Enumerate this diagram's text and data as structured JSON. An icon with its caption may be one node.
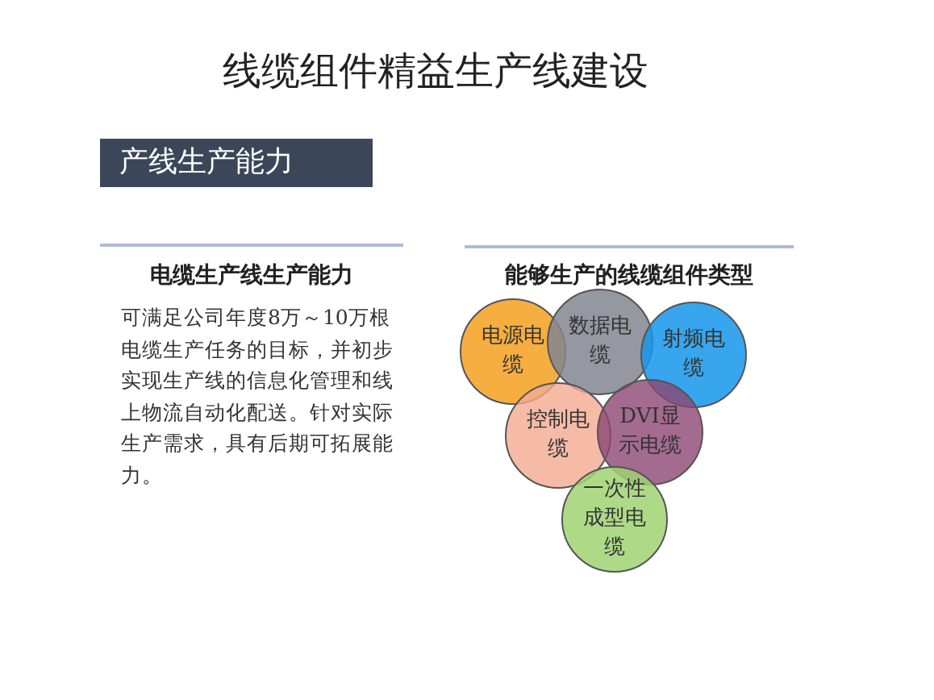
{
  "diagram": {
    "title": "线缆组件精益生产线建设",
    "nodes": [
      {
        "text": [
          "产线生产能力"
        ]
      },
      {
        "text": [
          "电源电缆"
        ]
      },
      {
        "text": [
          "数据电缆"
        ]
      },
      {
        "text": [
          "射频电缆"
        ]
      },
      {
        "text": [
          "控制电缆"
        ]
      },
      {
        "text": [
          "DVI显示电缆"
        ]
      },
      {
        "text": [
          "一次性成型电缆"
        ]
      }
    ],
    "edges": [],
    "labels": [
      "电缆生产线生产能力",
      "可满足公司年度8万～10万根电缆生产任务的目标，并初步实现生产线的信息化管理和线上物流自动化配送。针对实际生产需求，具有后期可拓展能力。",
      "能够生产的线缆组件类型"
    ]
  }
}
